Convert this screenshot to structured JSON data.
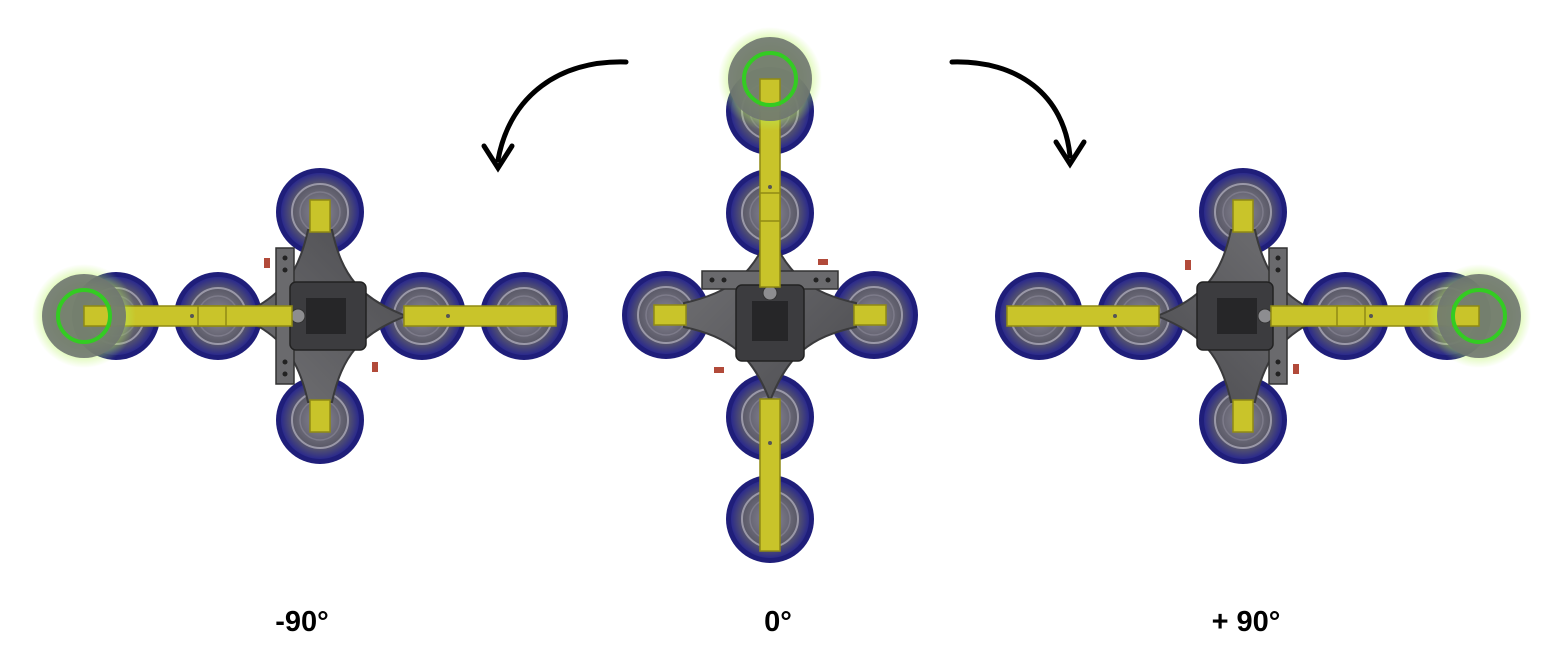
{
  "labels": {
    "left": "-90°",
    "center": "0°",
    "right": "+ 90°"
  },
  "figures": [
    {
      "id": "minus-90",
      "rotation_deg": -90
    },
    {
      "id": "zero",
      "rotation_deg": 0
    },
    {
      "id": "plus-90",
      "rotation_deg": 90
    }
  ],
  "colors": {
    "beam": "#c9c42a",
    "beam_edge": "#8f8a14",
    "cup_rim": "#2b2a8c",
    "cup_body": "#6c6a7a",
    "frame": "#5f5f62",
    "frame_edge": "#3a3a3c",
    "highlight_ring": "#33cc22",
    "highlight_glow": "#b6f25a",
    "arrow": "#000000"
  },
  "icons": {
    "rotation_arrows": [
      "curved-arrow-counterclockwise-icon",
      "curved-arrow-clockwise-icon"
    ],
    "highlight": "green-ring-marker-icon"
  }
}
